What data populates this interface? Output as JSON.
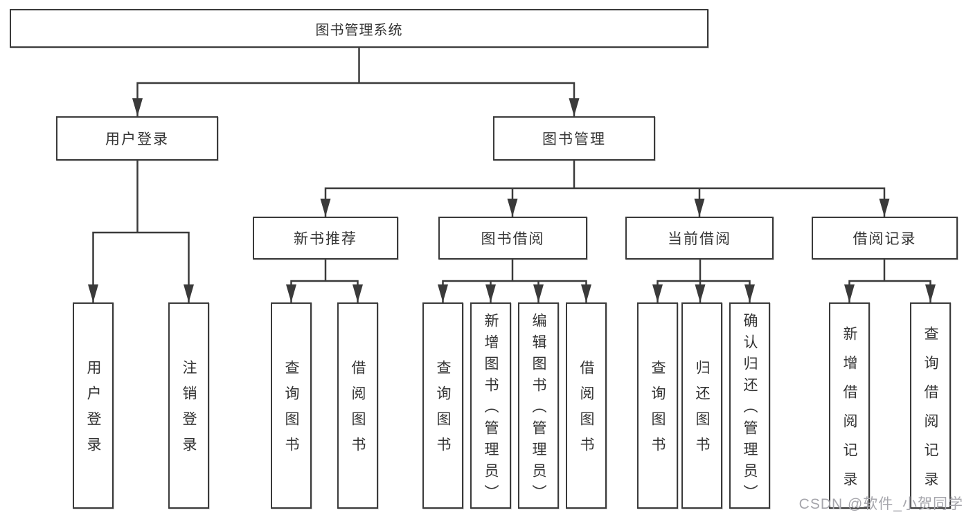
{
  "colors": {
    "line": "#3a3a3a",
    "text": "#333333",
    "watermark": "#a6a6ac",
    "background": "#ffffff"
  },
  "tree": {
    "label": "图书管理系统",
    "children": [
      {
        "label": "用户登录",
        "children": [
          {
            "label": "用户登录"
          },
          {
            "label": "注销登录"
          }
        ]
      },
      {
        "label": "图书管理",
        "children": [
          {
            "label": "新书推荐",
            "children": [
              {
                "label": "查询图书"
              },
              {
                "label": "借阅图书"
              }
            ]
          },
          {
            "label": "图书借阅",
            "children": [
              {
                "label": "查询图书"
              },
              {
                "label": "新增图书（管理员）"
              },
              {
                "label": "编辑图书（管理员）"
              },
              {
                "label": "借阅图书"
              }
            ]
          },
          {
            "label": "当前借阅",
            "children": [
              {
                "label": "查询图书"
              },
              {
                "label": "归还图书"
              },
              {
                "label": "确认归还（管理员）"
              }
            ]
          },
          {
            "label": "借阅记录",
            "children": [
              {
                "label": "新增借阅记录"
              },
              {
                "label": "查询借阅记录"
              }
            ]
          }
        ]
      }
    ]
  },
  "watermark": "CSDN @软件_小贺同学"
}
